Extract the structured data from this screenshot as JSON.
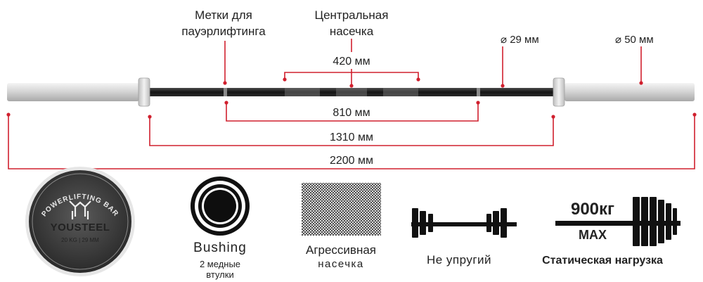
{
  "labels": {
    "power_marks_line1": "Метки для",
    "power_marks_line2": "пауэрлифтинга",
    "center_knurl_line1": "Центральная",
    "center_knurl_line2": "насечка",
    "diam_shaft": "⌀ 29 мм",
    "diam_sleeve": "⌀ 50 мм"
  },
  "dimensions": {
    "center_knurl": "420 мм",
    "power_marks": "810 мм",
    "collars": "1310 мм",
    "total": "2200 мм"
  },
  "features": {
    "badge_ring_text": "POWERLIFTING BAR",
    "badge_brand": "YOUSTEEL",
    "badge_spec": "20 KG | 29 MM",
    "bushing_title": "Bushing",
    "bushing_sub1": "2 медные",
    "bushing_sub2": "втулки",
    "knurl_line1": "Агрессивная",
    "knurl_line2": "насечка",
    "not_elastic": "Не упругий",
    "load_value": "900кг",
    "load_max": "MAX",
    "static_load": "Статическая нагрузка"
  },
  "colors": {
    "accent_red": "#d0202e",
    "bar_dark": "#1c1c1c",
    "sleeve_silver": "#d9d9d9"
  }
}
